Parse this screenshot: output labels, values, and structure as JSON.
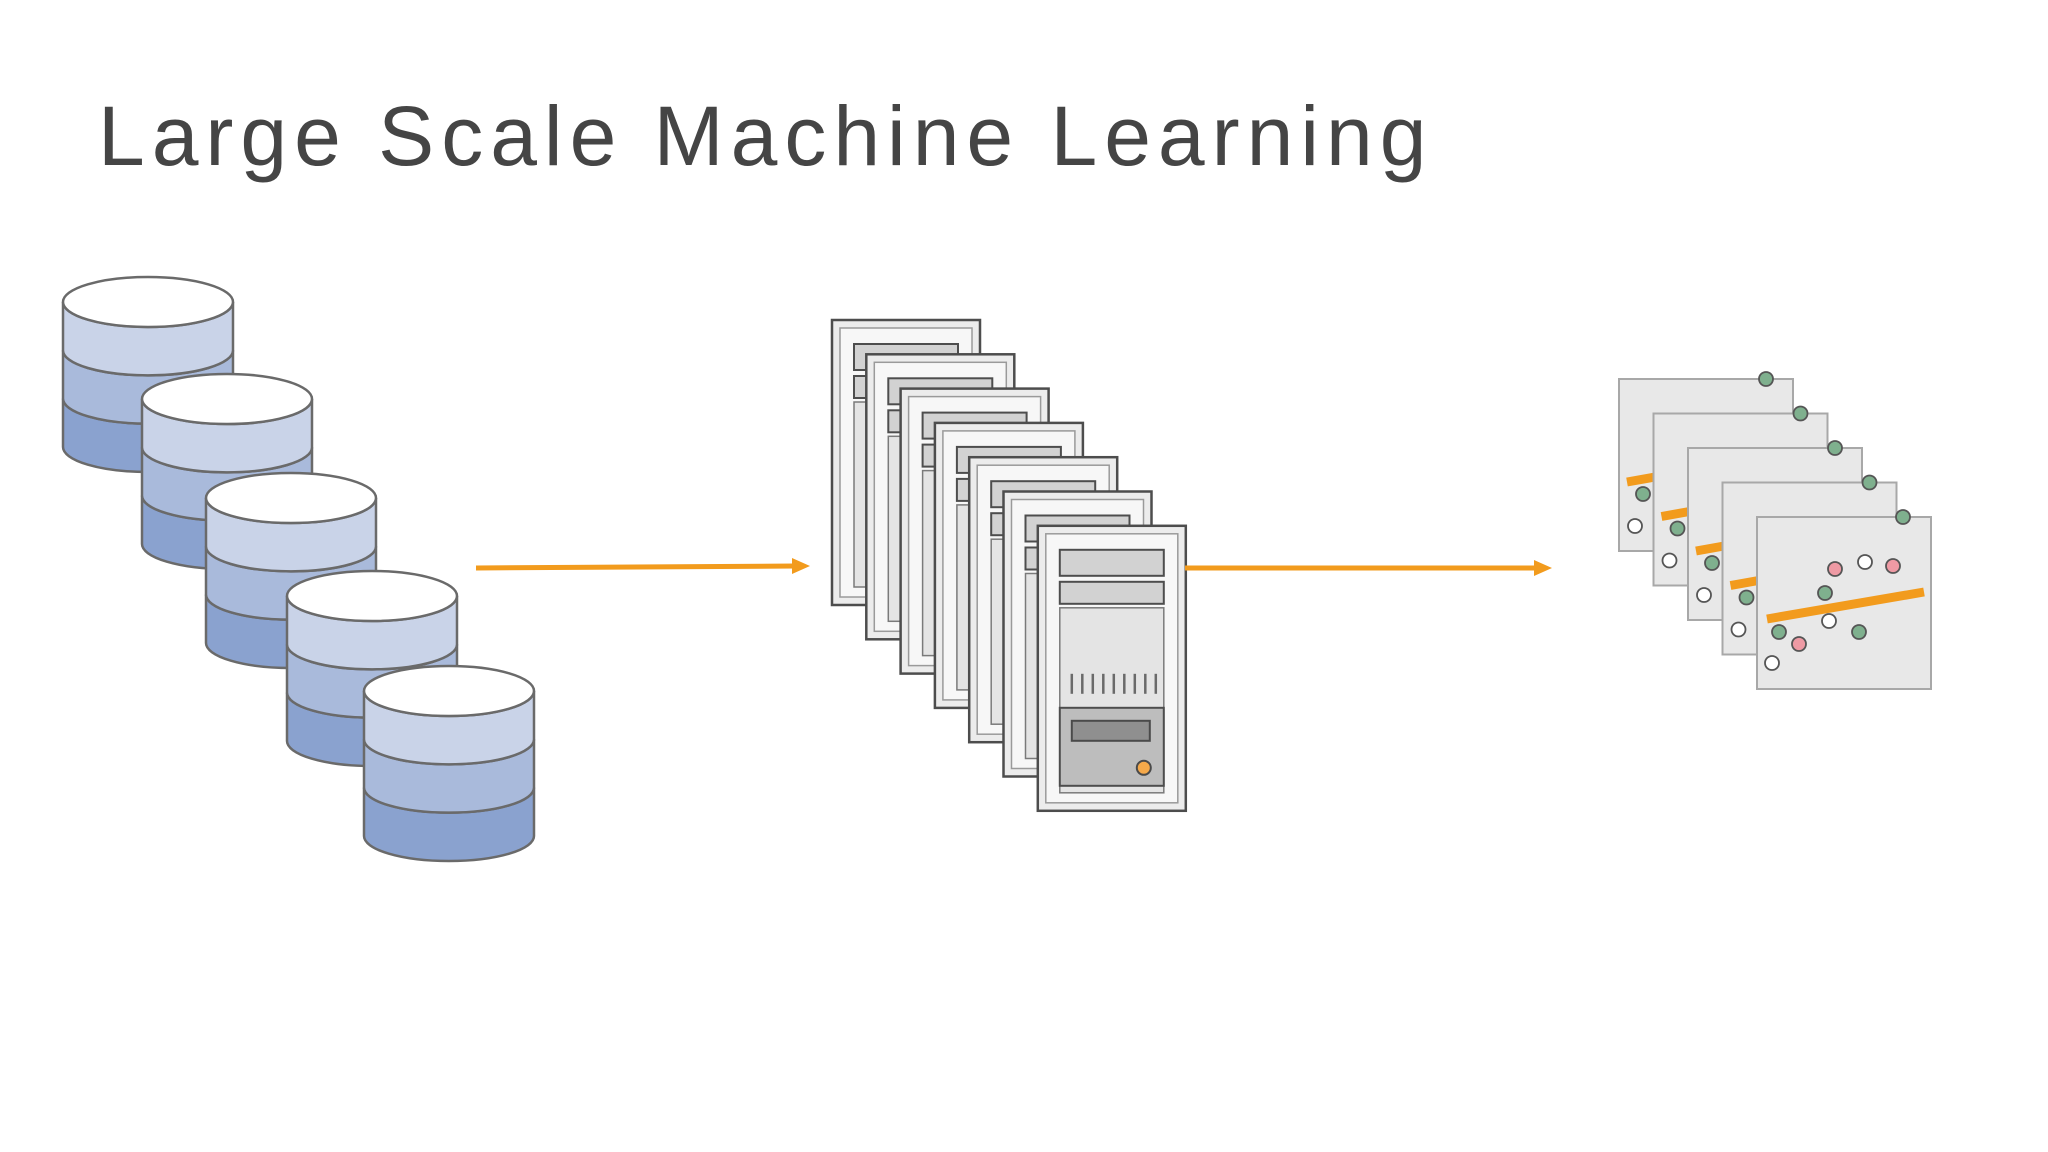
{
  "slide": {
    "title": "Large Scale Machine Learning"
  },
  "diagram": {
    "stages": [
      {
        "id": "data",
        "icon": "database-stack-icon",
        "count": 5
      },
      {
        "id": "compute",
        "icon": "server-tower-icon",
        "count": 7
      },
      {
        "id": "models",
        "icon": "scatter-plot-icon",
        "count": 5
      }
    ],
    "connectors": [
      {
        "from": "data",
        "to": "compute",
        "icon": "arrow-right-icon"
      },
      {
        "from": "compute",
        "to": "models",
        "icon": "arrow-right-icon"
      }
    ]
  },
  "colors": {
    "title": "#454545",
    "arrow": "#f29b1d",
    "db_top": "#ffffff",
    "db_band1": "#c9d3e8",
    "db_band2": "#a9badb",
    "db_band3": "#8aa2cf",
    "db_outline": "#6a6a6a",
    "server_face": "#e9e9e9",
    "server_outline": "#4d4d4d",
    "plot_bg": "#e8e8e8",
    "point_green": "#7fb08e",
    "point_pink": "#ee9aa4",
    "point_white": "#ffffff",
    "regression_line": "#f29b1d"
  }
}
